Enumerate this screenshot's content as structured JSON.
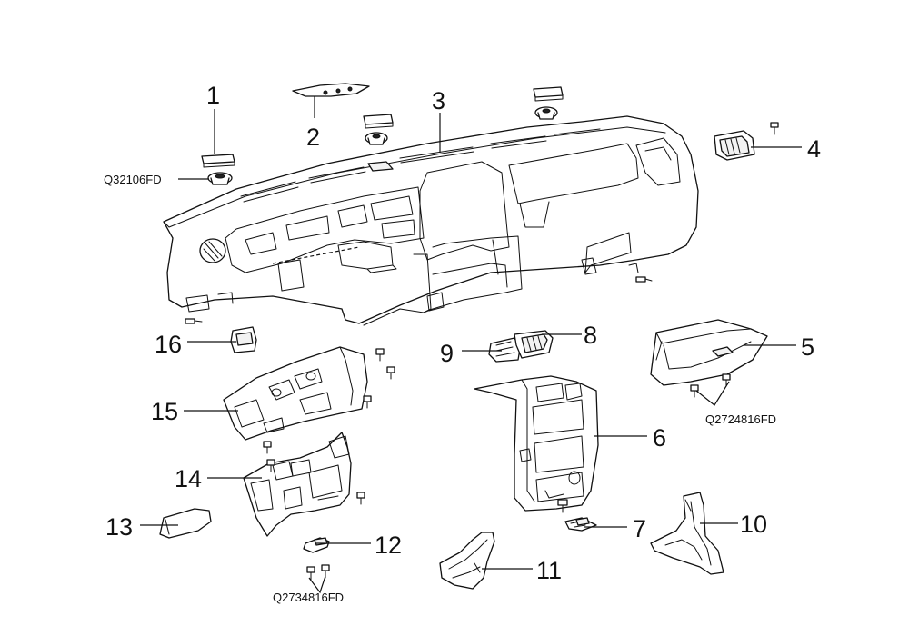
{
  "callouts": {
    "c1": "1",
    "c2": "2",
    "c3": "3",
    "c4": "4",
    "c5": "5",
    "c6": "6",
    "c7": "7",
    "c8": "8",
    "c9": "9",
    "c10": "10",
    "c11": "11",
    "c12": "12",
    "c13": "13",
    "c14": "14",
    "c15": "15",
    "c16": "16"
  },
  "part_codes": {
    "clip_top": "Q32106FD",
    "screw_glovebox": "Q2724816FD",
    "screw_bottom": "Q2734816FD"
  }
}
